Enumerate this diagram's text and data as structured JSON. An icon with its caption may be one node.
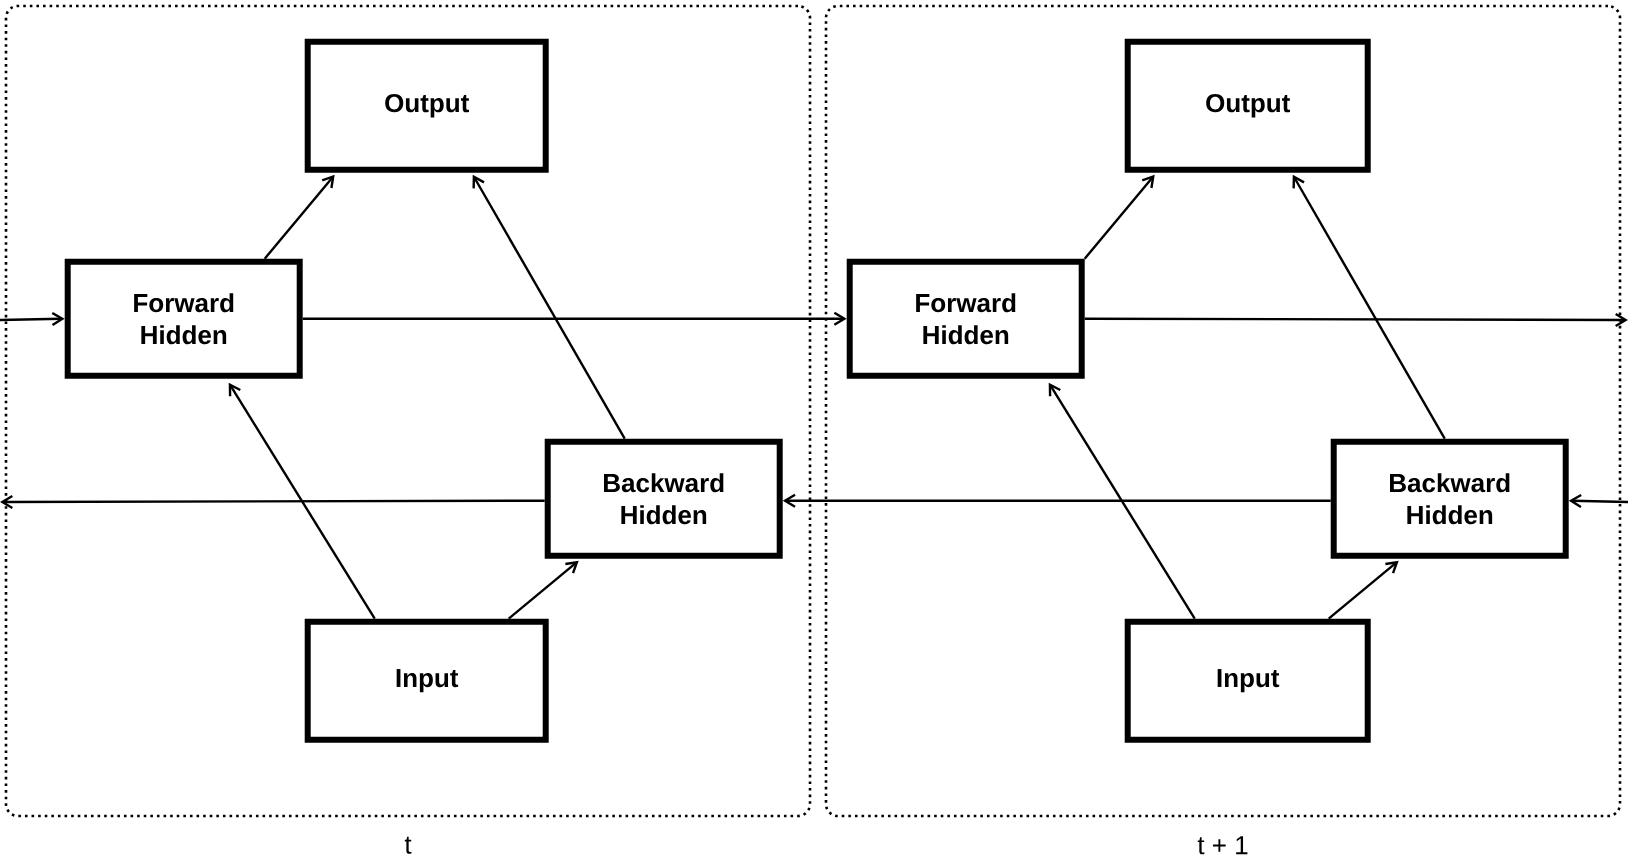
{
  "diagram": {
    "nodes": [
      {
        "text": [],
        "shape": "box",
        "beside": [
          "t"
        ]
      },
      {
        "text": [
          "Output"
        ],
        "in": 0
      },
      {
        "text": [
          "Forward Hidden"
        ],
        "in": 0
      },
      {
        "text": [
          "Backward Hidden"
        ],
        "in": 0
      },
      {
        "text": [
          "Input"
        ],
        "in": 0
      },
      {
        "text": [],
        "shape": "box",
        "beside": [
          "t + 1"
        ]
      },
      {
        "text": [
          "Output"
        ],
        "in": 5
      },
      {
        "text": [
          "Forward Hidden"
        ],
        "in": 5
      },
      {
        "text": [
          "Backward Hidden"
        ],
        "in": 5
      },
      {
        "text": [
          "Input"
        ],
        "in": 5
      }
    ],
    "edges": [
      {
        "from": null,
        "to": 2,
        "arrow": "to"
      },
      {
        "from": 2,
        "to": 7,
        "arrow": "to"
      },
      {
        "from": 7,
        "to": null,
        "arrow": "to"
      },
      {
        "from": null,
        "to": 8,
        "arrow": "to"
      },
      {
        "from": 8,
        "to": 3,
        "arrow": "to"
      },
      {
        "from": 3,
        "to": null,
        "arrow": "to"
      },
      {
        "from": 2,
        "to": 1,
        "arrow": "to"
      },
      {
        "from": 3,
        "to": 1,
        "arrow": "to"
      },
      {
        "from": 4,
        "to": 2,
        "arrow": "to"
      },
      {
        "from": 4,
        "to": 3,
        "arrow": "to"
      },
      {
        "from": 7,
        "to": 6,
        "arrow": "to"
      },
      {
        "from": 8,
        "to": 6,
        "arrow": "to"
      },
      {
        "from": 9,
        "to": 7,
        "arrow": "to"
      },
      {
        "from": 9,
        "to": 8,
        "arrow": "to"
      }
    ]
  }
}
